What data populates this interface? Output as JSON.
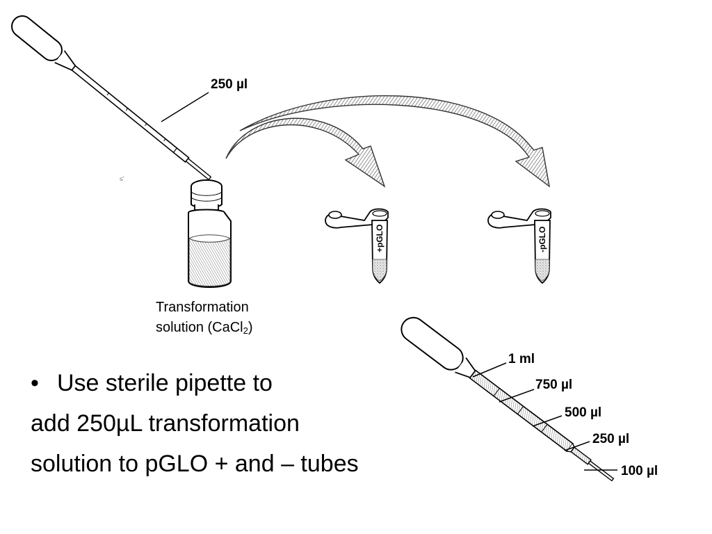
{
  "pipette_top": {
    "label": "250 µl"
  },
  "tubes": [
    {
      "label": "+pGLO"
    },
    {
      "label": "-pGLO"
    }
  ],
  "vial_caption": {
    "line1": "Transformation",
    "line2_prefix": "solution (CaCl",
    "line2_sub": "2",
    "line2_suffix": ")"
  },
  "instruction": {
    "bullet": "•",
    "lines": [
      "Use sterile pipette to",
      "add 250µL transformation",
      "solution to pGLO + and – tubes"
    ]
  },
  "pipette_scale": {
    "labels": [
      "1 ml",
      "750 µl",
      "500 µl",
      "250 µl",
      "100 µl"
    ]
  }
}
